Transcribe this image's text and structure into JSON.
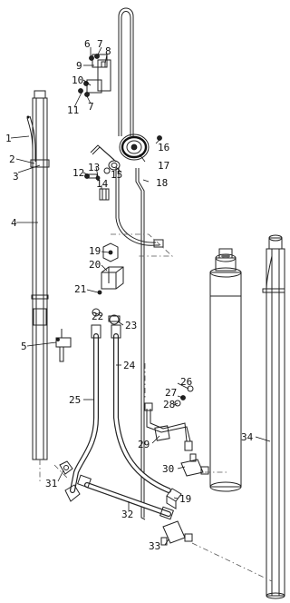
{
  "diagram": {
    "callouts": [
      {
        "label": "1"
      },
      {
        "label": "2"
      },
      {
        "label": "3"
      },
      {
        "label": "4"
      },
      {
        "label": "5"
      },
      {
        "label": "6"
      },
      {
        "label": "7"
      },
      {
        "label": "8"
      },
      {
        "label": "9"
      },
      {
        "label": "10"
      },
      {
        "label": "11"
      },
      {
        "label": "7"
      },
      {
        "label": "12"
      },
      {
        "label": "13"
      },
      {
        "label": "14"
      },
      {
        "label": "15"
      },
      {
        "label": "16"
      },
      {
        "label": "17"
      },
      {
        "label": "18"
      },
      {
        "label": "19"
      },
      {
        "label": "20"
      },
      {
        "label": "21"
      },
      {
        "label": "22"
      },
      {
        "label": "23"
      },
      {
        "label": "24"
      },
      {
        "label": "25"
      },
      {
        "label": "26"
      },
      {
        "label": "27"
      },
      {
        "label": "28"
      },
      {
        "label": "29"
      },
      {
        "label": "30"
      },
      {
        "label": "31"
      },
      {
        "label": "32"
      },
      {
        "label": "19"
      },
      {
        "label": "33"
      },
      {
        "label": "34"
      }
    ]
  }
}
